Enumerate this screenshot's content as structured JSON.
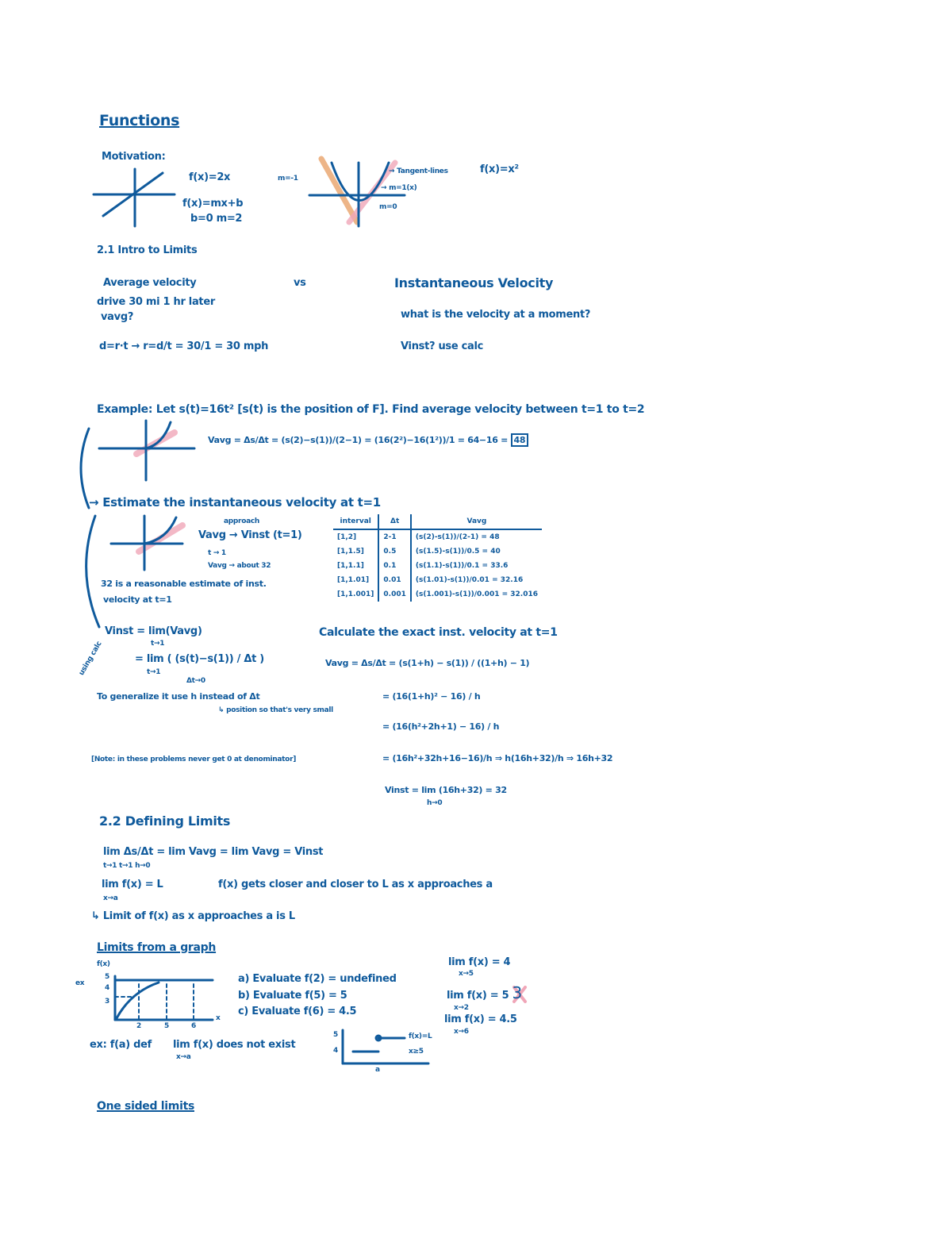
{
  "colors": {
    "ink": "#0f5a9c",
    "highlight_pink": "#f0a6b8",
    "highlight_orange": "#e9a36a"
  },
  "functions": {
    "title": "Functions",
    "motivation": "Motivation:",
    "linear_eq": "f(x)=2x",
    "linear_general": "f(x)=mx+b",
    "linear_params": "b=0  m=2",
    "slope_neg": "m=-1",
    "tangent_lines": "→ Tangent-lines",
    "parabola_eq": "f(x)=x²",
    "slope_pos": "→ m=1(x)",
    "slope_zero": "m=0"
  },
  "intro": {
    "heading": "2.1 Intro to Limits",
    "avg_velocity": "Average velocity",
    "vs": "vs",
    "inst_velocity": "Instantaneous Velocity",
    "drive": "drive 30 mi  1 hr later",
    "vavg_q": "vavg?",
    "moment_q": "what is the velocity at a moment?",
    "dist_formula": "d=r·t → r=d/t = 30/1 = 30 mph",
    "vinst_q": "Vinst?   use calc"
  },
  "example": {
    "statement": "Example: Let s(t)=16t²  [s(t) is the position of F]. Find average velocity between t=1 to t=2",
    "vavg_calc": "Vavg = Δs/Δt = (s(2)−s(1))/(2−1) = (16(2²)−16(1²))/1 = 64−16 =",
    "vavg_result": "48",
    "estimate_heading": "→ Estimate the instantaneous velocity at t=1",
    "approach": "approach",
    "vavg_to_vinst": "Vavg → Vinst (t=1)",
    "t_to_1": "t → 1",
    "vavg_about": "Vavg → about 32",
    "reasonable": "32 is a reasonable estimate of inst.",
    "reasonable2": "velocity at t=1",
    "table": {
      "headers": [
        "interval",
        "Δt",
        "Vavg"
      ],
      "rows": [
        [
          "[1,2]",
          "2-1",
          "(s(2)-s(1))/(2-1) = 48"
        ],
        [
          "[1,1.5]",
          "0.5",
          "(s(1.5)-s(1))/0.5 = 40"
        ],
        [
          "[1,1.1]",
          "0.1",
          "(s(1.1)-s(1))/0.1 = 33.6"
        ],
        [
          "[1,1.01]",
          "0.01",
          "(s(1.01)-s(1))/0.01 = 32.16"
        ],
        [
          "[1,1.001]",
          "0.001",
          "(s(1.001)-s(1))/0.001 = 32.016"
        ]
      ]
    }
  },
  "inst": {
    "using_calc": "using calc",
    "vinst_lim": "Vinst = lim(Vavg)",
    "t_to_1": "t→1",
    "lim_expr": "= lim ( (s(t)−s(1)) / Δt )",
    "t_to_1b": "t→1",
    "dt_to_0": "Δt→0",
    "generalize": "To generalize it use h instead of Δt",
    "generalize2": "↳ position so that's very small",
    "note": "[Note: in these problems never get 0 at denominator]",
    "calc_heading": "Calculate the exact inst. velocity at t=1",
    "step1": "Vavg = Δs/Δt = (s(1+h) − s(1)) / ((1+h) − 1)",
    "step2": "= (16(1+h)² − 16) / h",
    "step3": "= (16(h²+2h+1) − 16) / h",
    "step4": "= (16h²+32h+16−16)/h ⇒ h(16h+32)/h ⇒ 16h+32",
    "step5": "Vinst = lim (16h+32) = 32",
    "h_to_0": "h→0"
  },
  "defining": {
    "heading": "2.2 Defining Limits",
    "line1": "lim Δs/Δt = lim Vavg = lim Vavg = Vinst",
    "line1_sub": "t→1         t→1          h→0",
    "line2": "lim f(x) = L",
    "line2_sub": "x→a",
    "line2_desc": "f(x) gets closer and closer to L as x approaches a",
    "line3": "↳ Limit of f(x) as x approaches a is L"
  },
  "graph_section": {
    "heading": "Limits from a graph",
    "fx": "f(x)",
    "ex": "ex",
    "y_ticks": [
      "5",
      "4",
      "3"
    ],
    "x_ticks": [
      "2",
      "5",
      "6"
    ],
    "x_label": "x",
    "a": "a) Evaluate f(2) = undefined",
    "b": "b) Evaluate f(5) = 5",
    "c": "c) Evaluate f(6) = 4.5",
    "lim5": "lim f(x) = 4",
    "lim5_sub": "x→5",
    "lim2": "lim f(x) = ",
    "lim2_struck": "5",
    "lim2_val": "3",
    "lim2_sub": "x→2",
    "lim6": "lim f(x) = 4.5",
    "lim6_sub": "x→6",
    "ex2": "ex: f(a) def",
    "dne": "lim f(x) does not exist",
    "dne_sub": "x→a",
    "step_y": [
      "5",
      "4"
    ],
    "step_x": "a",
    "step_fx": "f(x)=L",
    "step_cond": "x≥5"
  },
  "one_sided": {
    "heading": "One sided limits"
  }
}
